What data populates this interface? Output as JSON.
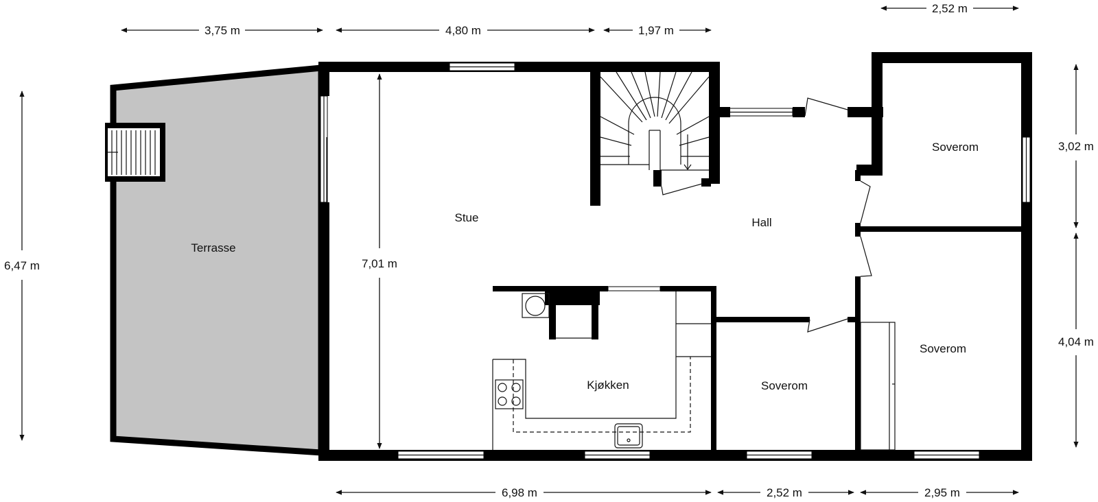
{
  "rooms": {
    "terrasse": "Terrasse",
    "stue": "Stue",
    "hall": "Hall",
    "kjokken": "Kjøkken",
    "soverom_ne": "Soverom",
    "soverom_se": "Soverom",
    "soverom_s": "Soverom"
  },
  "dimensions": {
    "top_terrasse": "3,75 m",
    "top_stue": "4,80 m",
    "top_stair": "1,97 m",
    "top_right": "2,52 m",
    "left_total": "6,47 m",
    "stue_height": "7,01 m",
    "right_upper": "3,02 m",
    "right_lower": "4,04 m",
    "bottom_left": "6,98 m",
    "bottom_mid": "2,52 m",
    "bottom_right": "2,95 m"
  },
  "colors": {
    "wall": "#000000",
    "terrace_fill": "#c4c4c4",
    "background": "#ffffff"
  }
}
